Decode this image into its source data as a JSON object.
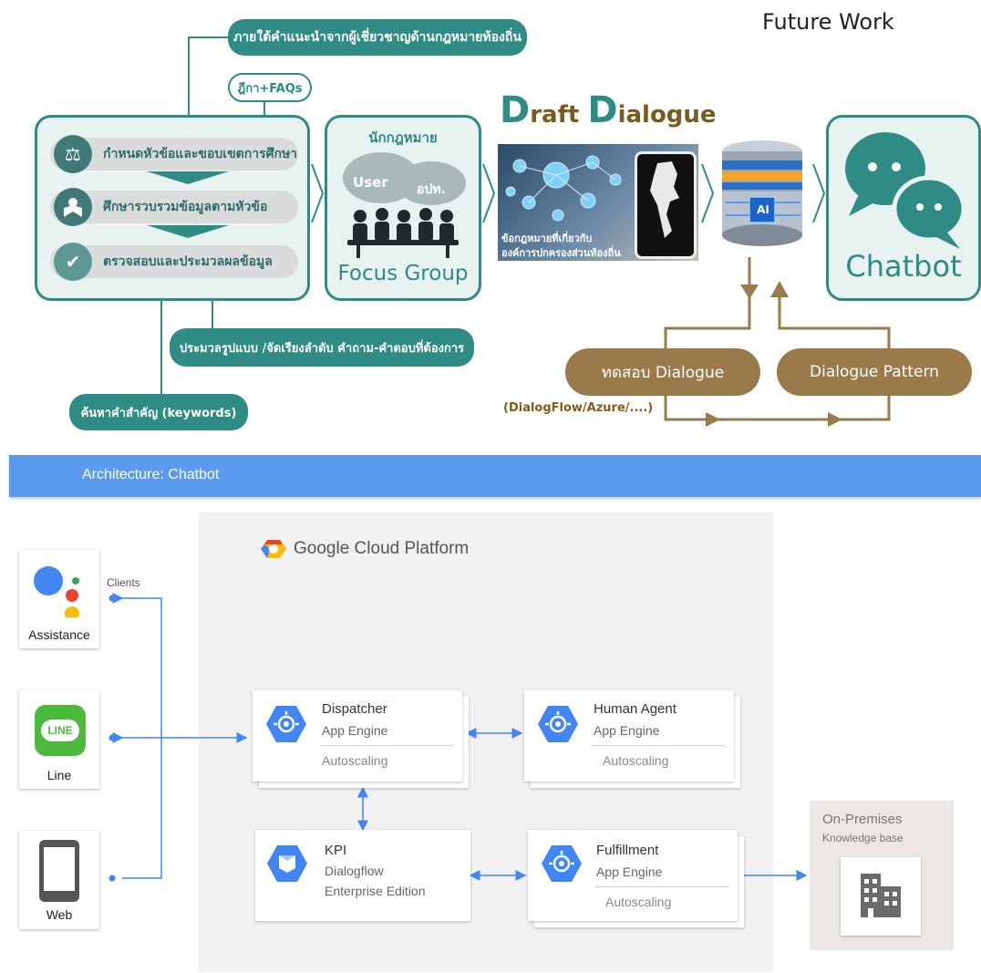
{
  "future_work": "Future Work",
  "top": {
    "expert_label": "ภายใต้คำแนะนำจากผู้เชี่ยวชาญด้านกฎหมายท้องถิ่น",
    "faq_label": "ฎีกา+FAQs",
    "steps": [
      {
        "label": "กำหนดหัวข้อและขอบเขตการศึกษา",
        "icon": "scales-icon"
      },
      {
        "label": "ศึกษารวบรวมข้อมูลตามหัวข้อ",
        "icon": "reader-icon"
      },
      {
        "label": "ตรวจสอบและประมวลผลข้อมูล",
        "icon": "check-icon"
      }
    ],
    "focus_group": {
      "top_label": "นักกฎหมาย",
      "user_bubble": "User",
      "opt_bubble": "อปท.",
      "bottom_label": "Focus Group"
    },
    "draft_dialogue": {
      "title_d1": "D",
      "title_rest1": "raft ",
      "title_d2": "D",
      "title_rest2": "ialogue",
      "caption_line1": "ข้อกฎหมายที่เกี่ยวกับ",
      "caption_line2": "องค์การปกครองส่วนท้องถิ่น"
    },
    "ai_label": "AI",
    "chatbot_label": "Chatbot",
    "process_label": "ประมวลรูปแบบ /จัดเรียงลำดับ คำถาม-คำตอบที่ต้องการ",
    "keywords_label": "ค้นหาคำสำคัญ (keywords)",
    "test_dialogue": "ทดสอบ Dialogue",
    "dialogue_pattern": "Dialogue Pattern",
    "dialogflow_note": "(DialogFlow/Azure/....)"
  },
  "architecture_bar": "Architecture: Chatbot",
  "gcp": {
    "google": "Google",
    "platform": " Cloud Platform",
    "clients_label": "Clients",
    "clients": [
      {
        "name": "Assistance",
        "icon": "google-assistant-icon"
      },
      {
        "name": "Line",
        "icon": "line-icon"
      },
      {
        "name": "Web",
        "icon": "tablet-icon"
      }
    ],
    "services": {
      "dispatcher": {
        "title": "Dispatcher",
        "sub": "App Engine",
        "foot": "Autoscaling"
      },
      "human_agent": {
        "title": "Human Agent",
        "sub": "App Engine",
        "foot": "Autoscaling"
      },
      "kpi": {
        "title": "KPI",
        "sub": "Dialogflow",
        "sub2": "Enterprise Edition"
      },
      "fulfillment": {
        "title": "Fulfillment",
        "sub": "App Engine",
        "foot": "Autoscaling"
      }
    },
    "on_prem": {
      "title": "On-Premises",
      "sub": "Knowledge base",
      "icon": "building-icon"
    }
  },
  "colors": {
    "teal": "#2e8c85",
    "brown": "#9a7a4b",
    "blue_bar": "#5b9bef",
    "gcp_blue": "#4285f4",
    "gcp_bg": "#f1f1f1"
  }
}
